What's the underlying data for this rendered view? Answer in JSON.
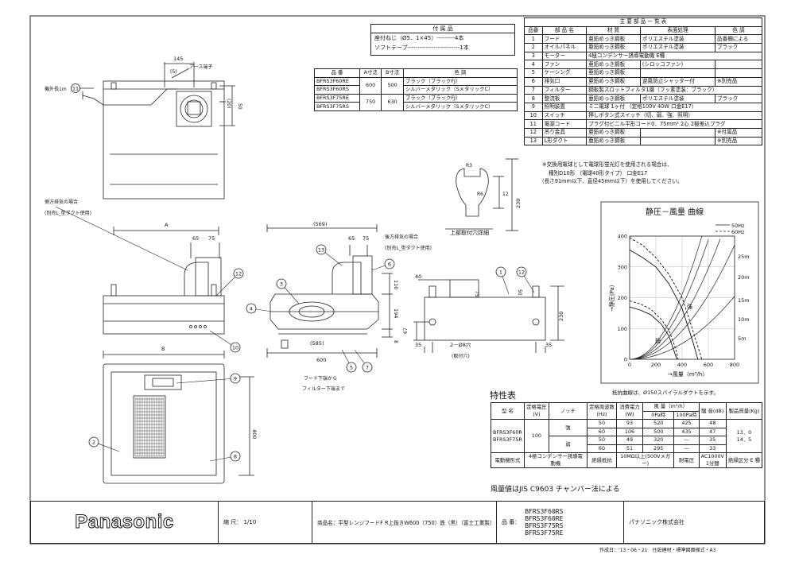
{
  "accessories": {
    "title": "付 属 品",
    "items": [
      "座付ねじ（Ø5．1×45）---------4本",
      "ソフトテープ--------------------------1本"
    ]
  },
  "parts_table": {
    "header_title": "主 要 部 品 一 覧 表",
    "columns": [
      "品番",
      "部 品 名",
      "材 質",
      "表面処理",
      "色 調"
    ],
    "rows": [
      [
        "1",
        "フード",
        "亜鉛めっき鋼板",
        "ポリエステル塗装",
        "品番欄による"
      ],
      [
        "2",
        "オイルパネル",
        "亜鉛めっき鋼板",
        "ポリエステル塗装",
        "ブラック"
      ],
      [
        "3",
        "モーター",
        "4極コンデンサー誘導電動機 E種",
        "",
        ""
      ],
      [
        "4",
        "ファン",
        "亜鉛めっき鋼板",
        "(シロッコファン)",
        ""
      ],
      [
        "5",
        "ケーシング",
        "亜鉛めっき鋼板",
        "",
        ""
      ],
      [
        "6",
        "排気口",
        "亜鉛めっき鋼板",
        "逆風防止シャッター付",
        "※別売品"
      ],
      [
        "7",
        "フィルター",
        "鋼板製スロットフィルタ1層（フッ素塗装：ブラック）",
        "",
        ""
      ],
      [
        "8",
        "整流板",
        "亜鉛めっき鋼板",
        "ポリエステル塗装",
        "ブラック"
      ],
      [
        "9",
        "照明装置",
        "ミニ電球 1ヶ付 （定格100V 40W 口金E17）",
        "",
        ""
      ],
      [
        "10",
        "スイッチ",
        "押しボタン式スイッチ（切、弱、強、照明）",
        "",
        ""
      ],
      [
        "11",
        "電源コード",
        "プラグ付ビニル平形コード0．75mm² 2心 2極差込プラグ",
        "",
        ""
      ],
      [
        "12",
        "吊り金具",
        "亜鉛めっき鋼板",
        "",
        "※付属品"
      ],
      [
        "13",
        "L形ダクト",
        "亜鉛めっき鋼板",
        "",
        "※別売品"
      ]
    ],
    "notes": [
      "※交換用電球として電球形蛍光灯を使用される場合は、",
      "種別D10形 （電球40形タイプ） 口金E17",
      "（長さ91mm以下、直径45mm以下）を使用してください。"
    ]
  },
  "models_table": {
    "columns": [
      "品 番",
      "A寸法",
      "B寸法",
      "色 調"
    ],
    "rows": [
      [
        "BFRS3F60RE",
        "600",
        "500",
        "ブラック（ブラックFJ）"
      ],
      [
        "BFRS3F60RS",
        "",
        "",
        "シルバーメタリック（SメタリックC）"
      ],
      [
        "BFRS3F75RE",
        "750",
        "630",
        "ブラック（ブラックFJ）"
      ],
      [
        "BFRS3F75RS",
        "",
        "",
        "シルバーメタリック（SメタリックC）"
      ]
    ]
  },
  "drawing": {
    "cord_length": "機外長1m",
    "earth_terminal": "アース端子",
    "side_exhaust_left": "側方排気の場合",
    "side_exhaust_left_sub": "(別売L_型ダクト使用)",
    "rear_exhaust": "後方排気の場合",
    "rear_exhaust_sub": "(別売L_型ダクト使用)",
    "hood_to_filter_1": "フード下端から",
    "hood_to_filter_2": "フィルター下端まで",
    "mount_hole_detail": "上部取付穴詳細",
    "mount_holes": "2－Ø8穴",
    "mount_holes_sub": "(取付穴)",
    "dim_A": "A",
    "dim_B": "B",
    "dims": {
      "d145": "145",
      "d5": "(5)",
      "d20": "(20)",
      "d50": "50",
      "d65": "65",
      "d75": "75",
      "d569": "(569)",
      "d110": "110",
      "d194": "194",
      "d8": "8",
      "d585": "(585)",
      "d600": "600",
      "d230": "230",
      "d400": "400",
      "d40": "40",
      "d67": "67",
      "d35": "35",
      "d45": "45",
      "dR3": "R3",
      "dR6": "R6",
      "d12": "12"
    },
    "callouts": [
      "1",
      "2",
      "3",
      "4",
      "5",
      "6",
      "7",
      "8",
      "9",
      "10",
      "11",
      "12",
      "13"
    ]
  },
  "curve_chart": {
    "title": "静圧－風量 曲線",
    "legend": [
      "50Hz",
      "60Hz"
    ],
    "ylabel": "→静圧(Pa)",
    "xlabel": "→風量（m³/h）",
    "xticks": [
      "0",
      "200",
      "400",
      "600",
      "800"
    ],
    "yticks": [
      "0",
      "100",
      "200",
      "300",
      "400"
    ],
    "duct_labels": [
      "25m",
      "20m",
      "15m",
      "10m",
      "5m"
    ],
    "mode_labels": [
      "強",
      "弱"
    ],
    "note": "抵抗曲線は、Ø150スパイラルダクトを示す。"
  },
  "chart_data": {
    "type": "line",
    "title": "静圧－風量 曲線",
    "xlabel": "風量（m³/h）",
    "ylabel": "静圧(Pa)",
    "xlim": [
      0,
      800
    ],
    "ylim": [
      0,
      400
    ],
    "series": [
      {
        "name": "50Hz",
        "style": "solid",
        "label": "強",
        "points": [
          [
            0,
            355
          ],
          [
            100,
            330
          ],
          [
            200,
            300
          ],
          [
            300,
            245
          ],
          [
            400,
            165
          ],
          [
            480,
            60
          ],
          [
            520,
            0
          ]
        ]
      },
      {
        "name": "60Hz",
        "style": "dashed",
        "label": "強",
        "points": [
          [
            0,
            395
          ],
          [
            100,
            370
          ],
          [
            200,
            330
          ],
          [
            300,
            275
          ],
          [
            400,
            200
          ],
          [
            470,
            110
          ],
          [
            550,
            0
          ]
        ]
      },
      {
        "name": "50Hz",
        "style": "solid",
        "label": "弱",
        "points": [
          [
            0,
            170
          ],
          [
            80,
            160
          ],
          [
            160,
            145
          ],
          [
            240,
            115
          ],
          [
            300,
            75
          ],
          [
            340,
            25
          ],
          [
            360,
            0
          ]
        ]
      },
      {
        "name": "60Hz",
        "style": "dashed",
        "label": "弱",
        "points": [
          [
            0,
            190
          ],
          [
            80,
            180
          ],
          [
            160,
            163
          ],
          [
            240,
            130
          ],
          [
            300,
            95
          ],
          [
            350,
            35
          ],
          [
            370,
            0
          ]
        ]
      }
    ],
    "resistance_curves": [
      {
        "label": "25m",
        "k": 0.00132
      },
      {
        "label": "20m",
        "k": 0.00108
      },
      {
        "label": "15m",
        "k": 0.00082
      },
      {
        "label": "10m",
        "k": 0.00058
      },
      {
        "label": "5m",
        "k": 0.00032
      }
    ]
  },
  "spec_table": {
    "title": "特性表",
    "model_label": "型 名",
    "models": [
      "BFRS3F60R",
      "BFRS3F75R"
    ],
    "h_voltage": "定格電圧(V)",
    "h_notch": "ノッチ",
    "h_freq": "定格周波数(Hz)",
    "h_power": "消費電力(W)",
    "h_airflow": "風 量（m³/h）",
    "h_0pa": "0Pa時",
    "h_100pa": "100Pa時",
    "h_noise": "騒 音(dB)",
    "h_mass": "製品質量(Kg)",
    "voltage": "100",
    "notch_strong": "強",
    "notch_weak": "弱",
    "rows": [
      [
        "50",
        "93",
        "520",
        "425",
        "48"
      ],
      [
        "60",
        "106",
        "500",
        "435",
        "47"
      ],
      [
        "50",
        "49",
        "320",
        "—",
        "35"
      ],
      [
        "60",
        "51",
        "295",
        "—",
        "33"
      ]
    ],
    "mass": [
      "13．0",
      "14．5"
    ],
    "motor_label": "電動機形式",
    "motor_value": "4極コンデンサー誘導電動機",
    "insulation_label": "絶縁抵抗",
    "insulation_value": "10MΩ以上(500Vメガー)",
    "withstand_label": "耐電圧",
    "withstand_value": "AC1000V 1分間",
    "class_label": "絶縁区分",
    "class_value": "E 種",
    "note": "風量値はJIS C9603 チャンバー法による"
  },
  "title_block": {
    "brand": "Panasonic",
    "scale": "縮 尺： 1/10",
    "product": "商品名：平型レンジフードF R上抜きW600（750）鉄（黒）（富士工業製）",
    "product_label": "品 番：",
    "model_numbers": [
      "BFRS3F60RS",
      "BFRS3F60RE",
      "BFRS3F75RS",
      "BFRS3F75RE"
    ],
    "company": "パナソニック株式会社",
    "footer": "作成日：'13・06・21　住設建材・標準図面様式・A3"
  }
}
